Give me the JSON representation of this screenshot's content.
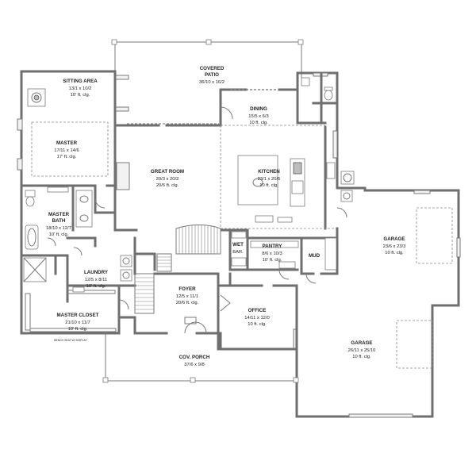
{
  "rooms": {
    "sitting_area": {
      "name": "SITTING AREA",
      "size": "13/1 x 10/2",
      "clg": "10' ft. clg."
    },
    "covered_patio": {
      "name": "COVERED",
      "name2": "PATIO",
      "size": "36/10 x 16/2"
    },
    "dining": {
      "name": "DINING",
      "size": "15/5 x 6/3",
      "clg": "10 ft. clg."
    },
    "master": {
      "name": "MASTER",
      "size": "17/11 x 14/6",
      "clg": "17' ft. clg."
    },
    "great_room": {
      "name": "GREAT ROOM",
      "size": "20/3 x 20/2",
      "clg": "20/6 ft. clg."
    },
    "kitchen": {
      "name": "KITCHEN",
      "size": "23/1 x 20/5",
      "clg": "10 ft. clg."
    },
    "master_bath": {
      "name": "MASTER",
      "name2": "BATH",
      "size": "18/10 x 12/7",
      "clg": "10' ft. clg."
    },
    "wet_bar": {
      "name": "WET",
      "name2": "BAR."
    },
    "pantry": {
      "name": "PANTRY",
      "size": "8/6 x 10/3",
      "clg": "10' ft. clg."
    },
    "mud": {
      "name": "MUD"
    },
    "garage_1": {
      "name": "GARAGE",
      "size": "23/6 x 23/3",
      "clg": "10 ft. clg."
    },
    "laundry": {
      "name": "LAUNDRY",
      "size": "12/5 x 8/11",
      "clg": "10' ft. clg."
    },
    "foyer": {
      "name": "FOYER",
      "size": "12/5 x 11/1",
      "clg": "20/6 ft. clg."
    },
    "office": {
      "name": "OFFICE",
      "size": "14/11 x 12/0",
      "clg": "10 ft. clg."
    },
    "master_closet": {
      "name": "MASTER CLOSET",
      "size": "21/10 x 11/7",
      "clg": "10' ft. clg."
    },
    "cov_porch": {
      "name": "COV. PORCH",
      "size": "37/6 x 9/8"
    },
    "garage_2": {
      "name": "GARAGE",
      "size": "26/11 x 25/10",
      "clg": "10 ft. clg."
    }
  },
  "notes": {
    "bench_seat": "BENCH SEAT W/ DISPLAY"
  }
}
